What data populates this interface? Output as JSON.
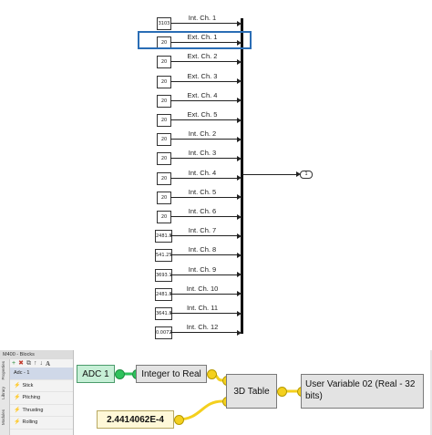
{
  "diagram": {
    "channels": [
      {
        "value": "3103",
        "label": "Int. Ch. 1"
      },
      {
        "value": "20",
        "label": "Ext. Ch. 1"
      },
      {
        "value": "20",
        "label": "Ext. Ch. 2"
      },
      {
        "value": "20",
        "label": "Ext. Ch. 3"
      },
      {
        "value": "20",
        "label": "Ext. Ch. 4"
      },
      {
        "value": "20",
        "label": "Ext. Ch. 5"
      },
      {
        "value": "20",
        "label": "Int. Ch. 2"
      },
      {
        "value": "20",
        "label": "Int. Ch. 3"
      },
      {
        "value": "20",
        "label": "Int. Ch. 4"
      },
      {
        "value": "20",
        "label": "Int. Ch. 5"
      },
      {
        "value": "20",
        "label": "Int. Ch. 6"
      },
      {
        "value": "2481.82",
        "label": "Int. Ch. 7"
      },
      {
        "value": "541.25",
        "label": "Int. Ch. 8"
      },
      {
        "value": "3693.18",
        "label": "Int. Ch. 9"
      },
      {
        "value": "2481.82",
        "label": "Int. Ch. 10"
      },
      {
        "value": "3641.8",
        "label": "Int. Ch. 11"
      },
      {
        "value": "0.00729",
        "label": "Int. Ch. 12"
      }
    ],
    "output_port": "1",
    "highlight_color": "#2a6db5"
  },
  "panel": {
    "title": "M400 - Blocks",
    "side_tabs": [
      "Properties",
      "Library",
      "Modules"
    ],
    "toolbar": [
      "+",
      "✖",
      "⧉",
      "↑",
      "↓",
      "A"
    ],
    "items": [
      {
        "label": "Adc - 1",
        "selected": true,
        "icon": "none"
      },
      {
        "label": "Stick",
        "selected": false,
        "icon": "bolt-icon"
      },
      {
        "label": "Pitching",
        "selected": false,
        "icon": "bolt-icon"
      },
      {
        "label": "Thrusting",
        "selected": false,
        "icon": "bolt-icon"
      },
      {
        "label": "Rolling",
        "selected": false,
        "icon": "bolt-icon"
      }
    ]
  },
  "blocks": {
    "adc": "ADC 1",
    "int_to_real": "Integer to Real",
    "table3d": "3D Table",
    "user_variable": "User Variable 02 (Real - 32 bits)",
    "constant": "2.4414062E-4"
  },
  "colors": {
    "adc_green": "#2ec25c",
    "wire_yellow": "#f4d01e",
    "highlight_blue": "#2a6db5"
  }
}
